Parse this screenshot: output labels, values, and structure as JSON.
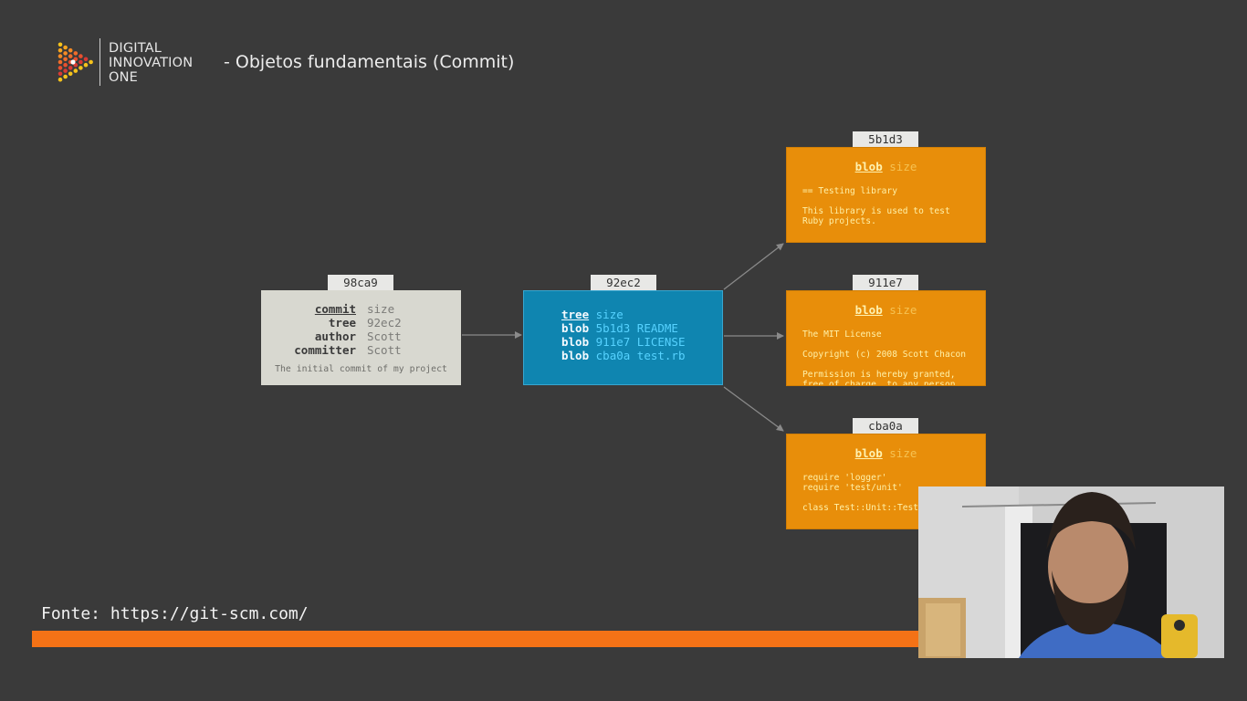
{
  "header": {
    "logo_lines": [
      "DIGITAL",
      "INNOVATION",
      "ONE"
    ],
    "title": "- Objetos fundamentais (Commit)"
  },
  "colors": {
    "background": "#3a3a3a",
    "commit_box": "#d8d8d0",
    "tree_box": "#0f85b0",
    "blob_box": "#e88e0a",
    "progress_accent": "#f47216"
  },
  "diagram": {
    "commit": {
      "id": "98ca9",
      "rows": [
        {
          "key": "commit",
          "value": "size"
        },
        {
          "key": "tree",
          "value": "92ec2"
        },
        {
          "key": "author",
          "value": "Scott"
        },
        {
          "key": "committer",
          "value": "Scott"
        }
      ],
      "message": "The initial commit of my project"
    },
    "tree": {
      "id": "92ec2",
      "rows": [
        {
          "key": "tree",
          "value": "size"
        },
        {
          "key": "blob",
          "value": "5b1d3 README"
        },
        {
          "key": "blob",
          "value": "911e7 LICENSE"
        },
        {
          "key": "blob",
          "value": "cba0a test.rb"
        }
      ]
    },
    "blobs": [
      {
        "id": "5b1d3",
        "key": "blob",
        "size_label": "size",
        "content": "== Testing library\n\nThis library is used to test\nRuby projects."
      },
      {
        "id": "911e7",
        "key": "blob",
        "size_label": "size",
        "content": "The MIT License\n\nCopyright (c) 2008 Scott Chacon\n\nPermission is hereby granted,\nfree of charge, to any person"
      },
      {
        "id": "cba0a",
        "key": "blob",
        "size_label": "size",
        "content": "require 'logger'\nrequire 'test/unit'\n\nclass Test::Unit::TestCase"
      }
    ]
  },
  "footer": {
    "source": "Fonte: https://git-scm.com/",
    "progress": 1.0
  },
  "webcam": {
    "icon": "presenter-webcam"
  }
}
